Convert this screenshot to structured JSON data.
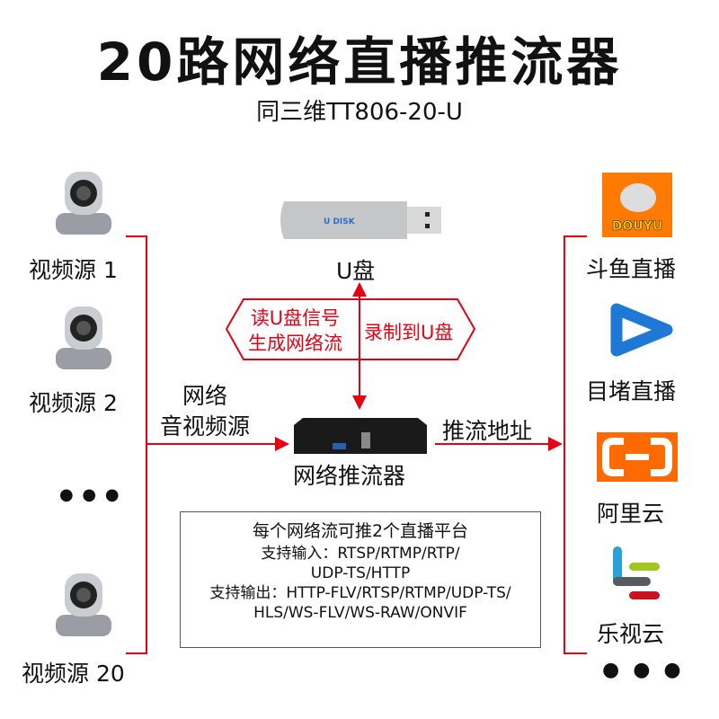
{
  "title": "20路网络直播推流器",
  "subtitle": "同三维TT806-20-U",
  "sources": [
    {
      "label": "视频源 1"
    },
    {
      "label": "视频源 2"
    },
    {
      "label": "视频源 20"
    }
  ],
  "source_ellipsis": "● ● ●",
  "usb": {
    "brand": "U DISK",
    "label": "U盘"
  },
  "read_label": [
    "读U盘信号",
    "生成网络流"
  ],
  "record_label": "录制到U盘",
  "input_label": [
    "网络",
    "音视频源"
  ],
  "device_label": "网络推流器",
  "output_label": "推流地址",
  "info": [
    "每个网络流可推2个直播平台",
    "支持输入：RTSP/RTMP/RTP/",
    "UDP-TS/HTTP",
    "支持输出：HTTP-FLV/RTSP/RTMP/UDP-TS/",
    "HLS/WS-FLV/WS-RAW/ONVIF"
  ],
  "platforms": [
    {
      "label": "斗鱼直播",
      "logo_text": "DOUYU"
    },
    {
      "label": "目堵直播"
    },
    {
      "label": "阿里云"
    },
    {
      "label": "乐视云"
    }
  ],
  "platform_ellipsis": "● ● ●",
  "colors": {
    "accent": "#e60012",
    "douyu": "#ff7a00",
    "play": "#1e78d6",
    "aliyun": "#ff6a00"
  }
}
